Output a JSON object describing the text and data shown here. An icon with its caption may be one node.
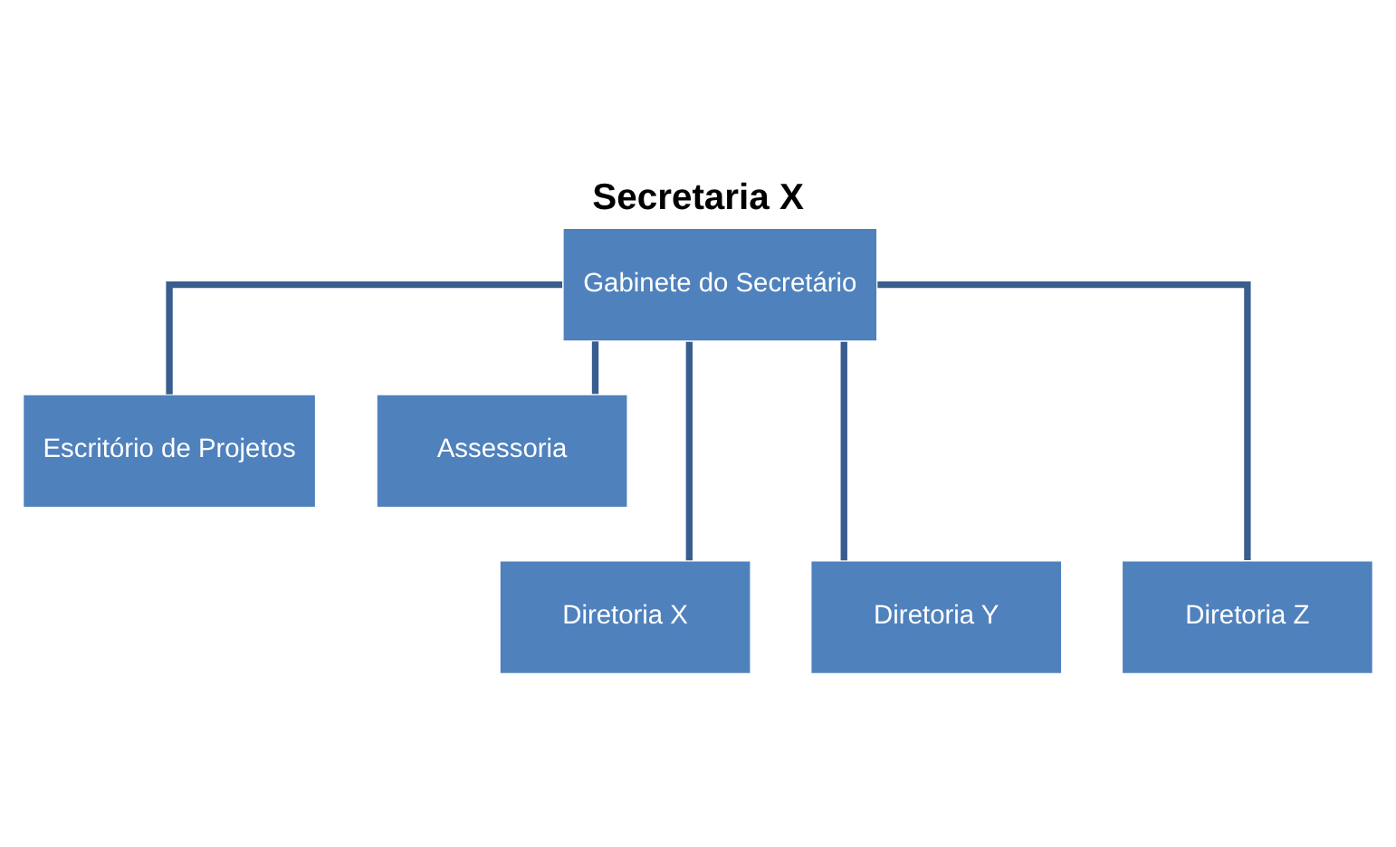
{
  "diagram": {
    "title": "Secretaria X",
    "nodes": [
      {
        "text": [
          "Gabinete do Secretário"
        ]
      },
      {
        "text": [
          "Escritório de Projetos"
        ]
      },
      {
        "text": [
          "Assessoria"
        ]
      },
      {
        "text": [
          "Diretoria X"
        ]
      },
      {
        "text": [
          "Diretoria Y"
        ]
      },
      {
        "text": [
          "Diretoria Z"
        ]
      }
    ],
    "edges": [
      {
        "from": 0,
        "to": 1,
        "arrow": "none"
      },
      {
        "from": 0,
        "to": 2,
        "arrow": "none"
      },
      {
        "from": 0,
        "to": 3,
        "arrow": "none"
      },
      {
        "from": 0,
        "to": 4,
        "arrow": "none"
      },
      {
        "from": 0,
        "to": 5,
        "arrow": "none"
      }
    ]
  }
}
